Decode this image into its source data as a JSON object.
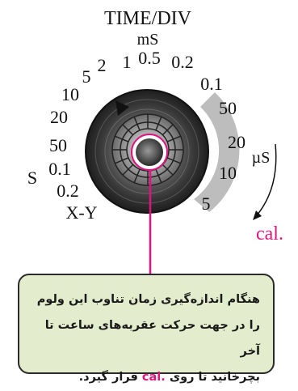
{
  "title": "TIME/DIV",
  "unit_ms": "mS",
  "unit_us": "µS",
  "unit_s": "S",
  "ms_scale": [
    "1",
    "0.5",
    "0.2",
    "0.1"
  ],
  "us_scale": [
    "50",
    "20",
    "10",
    "5"
  ],
  "s_scale": [
    "2",
    "5",
    "10",
    "20",
    "50",
    "0.1",
    "0.2"
  ],
  "xy_label": "X-Y",
  "cal_label": "cal.",
  "callout": {
    "line1": "هنگام اندازه‌گیری زمان تناوب این ولوم",
    "line2": "را در جهت حرکت عقربه‌های ساعت تا آخر",
    "line3_before": "بچرخانید تا روی ",
    "line3_cal": "cal.",
    "line3_after": " قرار گیرد."
  },
  "colors": {
    "accent": "#e0147f",
    "callout_bg": "#e3eccd",
    "us_band": "#bdbdbd"
  }
}
